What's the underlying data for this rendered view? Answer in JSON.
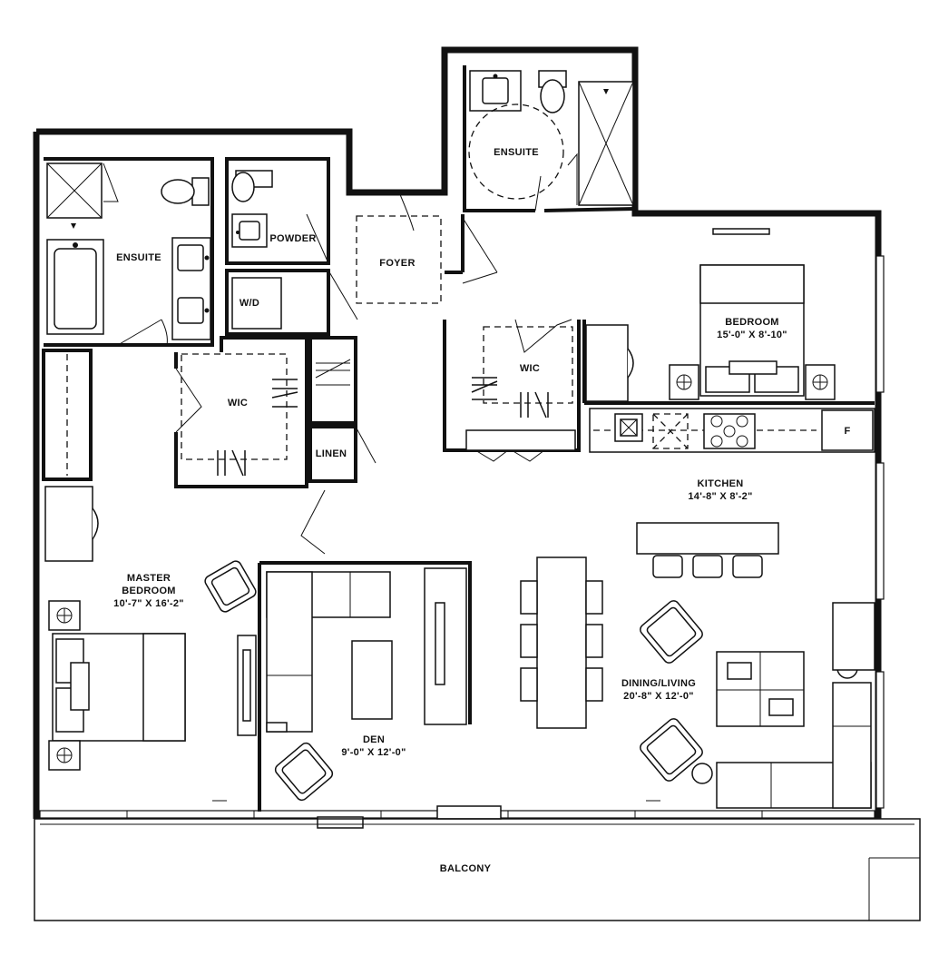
{
  "rooms": {
    "ensuite_main": {
      "label": "ENSUITE"
    },
    "powder": {
      "label": "POWDER"
    },
    "wd": {
      "label": "W/D"
    },
    "foyer": {
      "label": "FOYER"
    },
    "ensuite_second": {
      "label": "ENSUITE"
    },
    "wic_main": {
      "label": "WIC"
    },
    "linen": {
      "label": "LINEN"
    },
    "wic_second": {
      "label": "WIC"
    },
    "bedroom": {
      "label": "BEDROOM",
      "dims": "15'-0\" X 8'-10\""
    },
    "fridge": {
      "label": "F"
    },
    "kitchen": {
      "label": "KITCHEN",
      "dims": "14'-8\" X 8'-2\""
    },
    "master": {
      "label_line1": "MASTER",
      "label_line2": "BEDROOM",
      "dims": "10'-7\" X 16'-2\""
    },
    "den": {
      "label": "DEN",
      "dims": "9'-0\" X 12'-0\""
    },
    "dining_living": {
      "label": "DINING/LIVING",
      "dims": "20'-8\" X 12'-0\""
    },
    "balcony": {
      "label": "BALCONY"
    }
  }
}
